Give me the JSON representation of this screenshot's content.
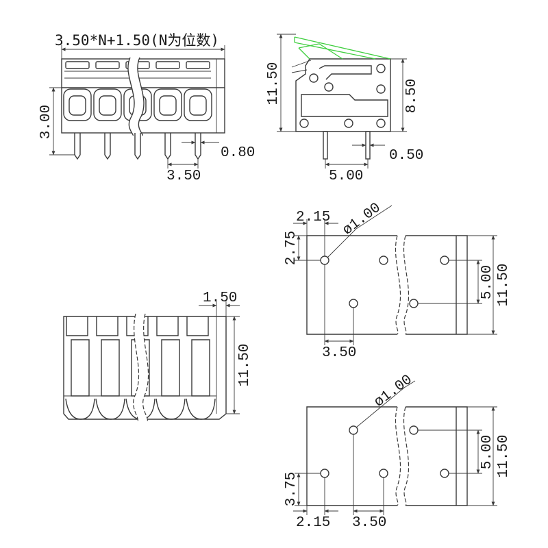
{
  "front_view": {
    "formula": "3.50*N+1.50(N为位数)",
    "height": "3.00",
    "pin_width": "0.80",
    "pitch": "3.50"
  },
  "side_view": {
    "total_height": "11.50",
    "body_height": "8.50",
    "pin_width": "0.50",
    "pin_spacing": "5.00"
  },
  "top_view": {
    "end_offset": "1.50",
    "depth": "11.50"
  },
  "pcb_layout_1": {
    "x_offset": "2.15",
    "hole_diameter": "ø1.00",
    "y_offset": "2.75",
    "row_spacing": "5.00",
    "depth": "11.50",
    "pitch": "3.50"
  },
  "pcb_layout_2": {
    "hole_diameter": "ø1.00",
    "row_spacing": "5.00",
    "depth": "11.50",
    "y_offset": "3.75",
    "x_offset": "2.15",
    "pitch": "3.50"
  }
}
